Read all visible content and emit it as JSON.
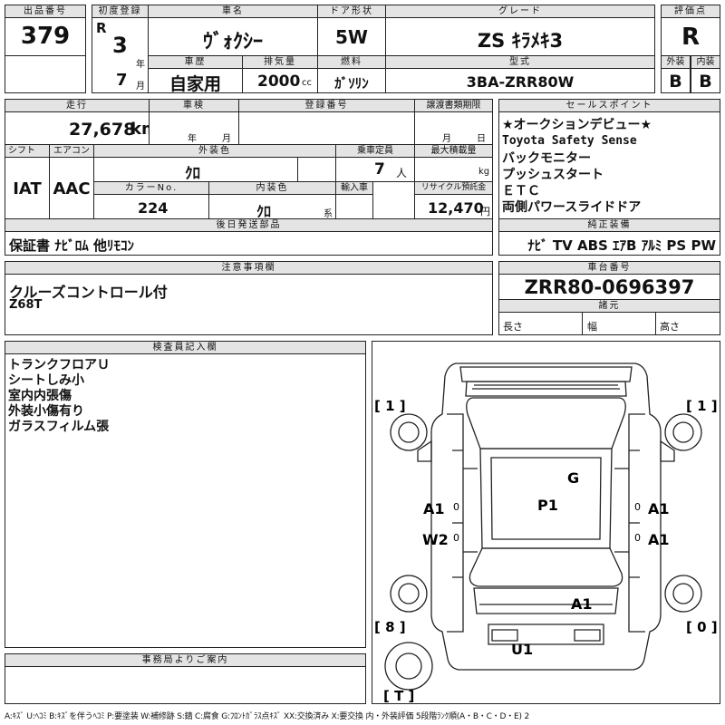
{
  "labels": {
    "lot_no": "出品番号",
    "first_reg": "初度登録",
    "car_name": "車名",
    "door": "ドア形状",
    "grade": "グレード",
    "score": "評価点",
    "history": "車歴",
    "displacement": "排気量",
    "fuel": "燃料",
    "model_code": "型式",
    "ext": "外装",
    "int": "内装",
    "mileage": "走行",
    "inspection": "車検",
    "reg_no": "登録番号",
    "transfer_date": "譲渡書類期限",
    "selling_points": "セールスポイント",
    "shift": "シフト",
    "aircon": "エアコン",
    "ext_color": "外装色",
    "capacity": "乗車定員",
    "max_load": "最大積載量",
    "color_no": "カラーNo.",
    "int_color": "内装色",
    "import": "輸入車",
    "recycle": "リサイクル預託金",
    "later_parts": "後日発送部品",
    "genuine": "純正装備",
    "notes": "注意事項欄",
    "chassis": "車台番号",
    "dims": "諸元",
    "length": "長さ",
    "width": "幅",
    "height": "高さ",
    "inspector": "検査員記入欄",
    "office": "事務局よりご案内"
  },
  "units": {
    "era": "R",
    "year": "年",
    "month": "月",
    "cc": "cc",
    "km": "km",
    "persons": "人",
    "kg": "kg",
    "yen": "円",
    "kei": "系"
  },
  "vehicle": {
    "lot_no": "379",
    "year": "3",
    "month": "7",
    "car_name": "ｳﾞｫｸｼｰ",
    "door": "5W",
    "grade": "ZS  ｷﾗﾒｷ3",
    "score": "R",
    "history": "自家用",
    "displacement": "2000",
    "fuel": "ｶﾞｿﾘﾝ",
    "model_code": "3BA-ZRR80W",
    "ext_score": "B",
    "int_score": "B",
    "mileage": "27,678",
    "shift": "IAT",
    "aircon": "AAC",
    "ext_color": "ｸﾛ",
    "capacity": "7",
    "color_no": "224",
    "int_color": "ｸﾛ",
    "recycle": "12,470",
    "later_parts": "保証書 ﾅﾋﾞﾛﾑ 他ﾘﾓｺﾝ",
    "genuine": "ﾅﾋﾞ  TV  ABS ｴｱB ｱﾙﾐ PS PW",
    "notes_1": "クルーズコントロール付",
    "notes_2": "Z68T",
    "chassis": "ZRR80-0696397"
  },
  "selling_points": [
    "★オークションデビュー★",
    "Toyota Safety Sense",
    "バックモニター",
    "プッシュスタート",
    "ＥＴＣ",
    "両側パワースライドドア"
  ],
  "inspector_notes": [
    "トランクフロアＵ",
    "シートしみ小",
    "室内内張傷",
    "外装小傷有り",
    "ガラスフィルム張"
  ],
  "diagram": {
    "tire_fl": "[ 1 ]",
    "tire_fr": "[ 1 ]",
    "tire_rl": "[ 8 ]",
    "tire_rr": "[ 0 ]",
    "spare": "[ T ]",
    "marks": [
      "G",
      "P1",
      "A1",
      "A1",
      "W2",
      "A1",
      "A1",
      "U1"
    ],
    "zeros": [
      "0",
      "0",
      "0",
      "0"
    ]
  },
  "legend": "A:ｷｽﾞ U:ﾍｺﾐ B:ｷｽﾞを伴うﾍｺﾐ P:要塗装 W:補修跡 S:錆 C:腐食 G:ﾌﾛﾝﾄｶﾞﾗｽ点ｷｽﾞ XX:交換済み X:要交換  内・外装評価 5段階ﾗﾝｸ順(A・B・C・D・E) 2"
}
